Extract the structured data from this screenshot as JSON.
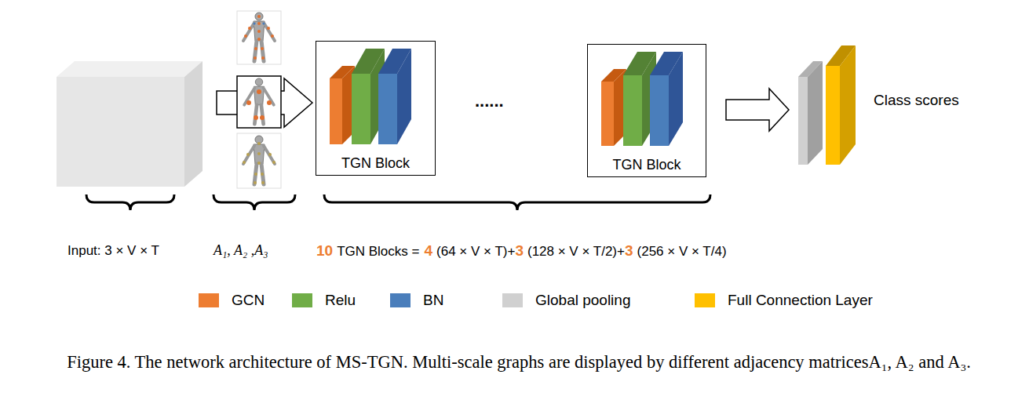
{
  "diagram": {
    "caption": "Figure 4.  The network architecture of MS-TGN. Multi-scale graphs are displayed by different adjacency matricesA₁, A₂ and  A₃.",
    "nodes": [
      {
        "text": [
          "TGN Block"
        ]
      },
      {
        "text": [
          "TGN Block"
        ]
      }
    ],
    "labels": [
      "Input: 3 × V × T",
      "A₁, A₂ ,A₃",
      "10",
      "TGN Blocks =",
      "4",
      "(64 × V × T)+",
      "3",
      "(128 × V × T/2)+",
      "3",
      "(256 × V × T/4)",
      "......",
      "Class scores"
    ],
    "legend": [
      {
        "text": "GCN",
        "color": "#ed7d31"
      },
      {
        "text": "Relu",
        "color": "#70ad47"
      },
      {
        "text": "BN",
        "color": "#4a7ebb"
      },
      {
        "text": "Global pooling",
        "color": "#d0d0d0"
      },
      {
        "text": "Full Connection Layer",
        "color": "#ffc000"
      }
    ]
  }
}
